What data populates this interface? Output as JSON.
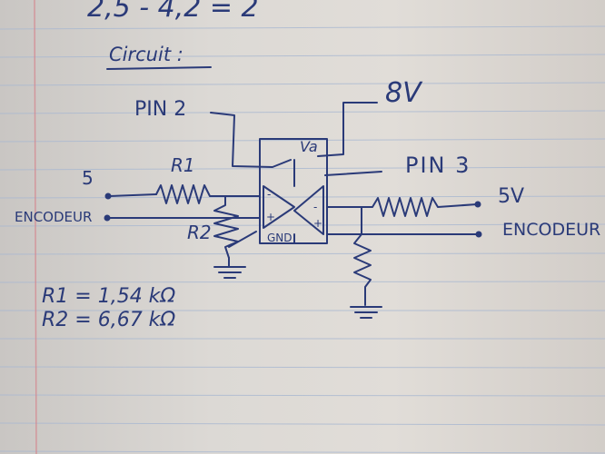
{
  "top_equation": "2,5 - 4,2 = 2",
  "heading": "Circuit :",
  "labels": {
    "pin2": "PIN 2",
    "v8": "8V",
    "va": "Va",
    "pin3": "PIN 3",
    "five": "5",
    "encodeur_left": "ENCODEUR",
    "r1": "R1",
    "r2": "R2",
    "gnd": "GND",
    "v5": "5V",
    "encodeur_right": "ENCODEUR",
    "minus_left": "-",
    "plus_left": "+",
    "minus_right": "-",
    "plus_right": "+"
  },
  "values": {
    "r1": "R1 = 1,54 kΩ",
    "r2": "R2 = 6,67 kΩ"
  },
  "colors": {
    "ink": "#2a3a78",
    "paper": "#dedad5",
    "rule": "#9fb1cc",
    "margin": "#d2898e"
  }
}
